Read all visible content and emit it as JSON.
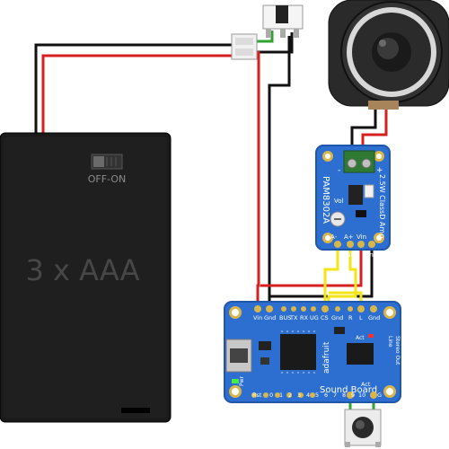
{
  "battery": {
    "label": "3 x AAA",
    "switch_label": "OFF-ON"
  },
  "amp": {
    "chip": "PAM8302A",
    "title": "2.5W ClassD Amp",
    "pins": [
      "A-",
      "A+",
      "Vin",
      "SD",
      "Gnd"
    ],
    "vol": "Vol",
    "speaker_polarity_minus": "-",
    "speaker_polarity_plus": "+"
  },
  "soundboard": {
    "brand": "adafruit",
    "name": "Sound Board",
    "top_pins": [
      "Vin",
      "Gnd",
      "BUS",
      "TX",
      "RX",
      "UG",
      "CS",
      "Gnd",
      "R",
      "L",
      "Gnd"
    ],
    "bottom_pins": [
      "Rst",
      "0",
      "1",
      "2",
      "3",
      "4",
      "5",
      "6",
      "7",
      "8",
      "9",
      "10",
      "Act",
      "G"
    ],
    "right_label_1": "Line",
    "right_label_2": "Stereo Out",
    "act_label": "Act",
    "pwr_label": "Pwr"
  },
  "colors": {
    "battery": "#1a1a1a",
    "board_blue": "#2d6fd1",
    "board_edge": "#1f56a8",
    "wire_red": "#d62020",
    "wire_black": "#111111",
    "wire_yellow": "#f3e516",
    "wire_green": "#31a331",
    "gold": "#d8b64a",
    "speaker": "#2a2a2a"
  },
  "icons": [
    "slide-switch-icon",
    "jst-connector-icon",
    "speaker-icon",
    "usb-port-icon",
    "pushbutton-icon",
    "ic-chip-icon",
    "potentiometer-icon"
  ]
}
